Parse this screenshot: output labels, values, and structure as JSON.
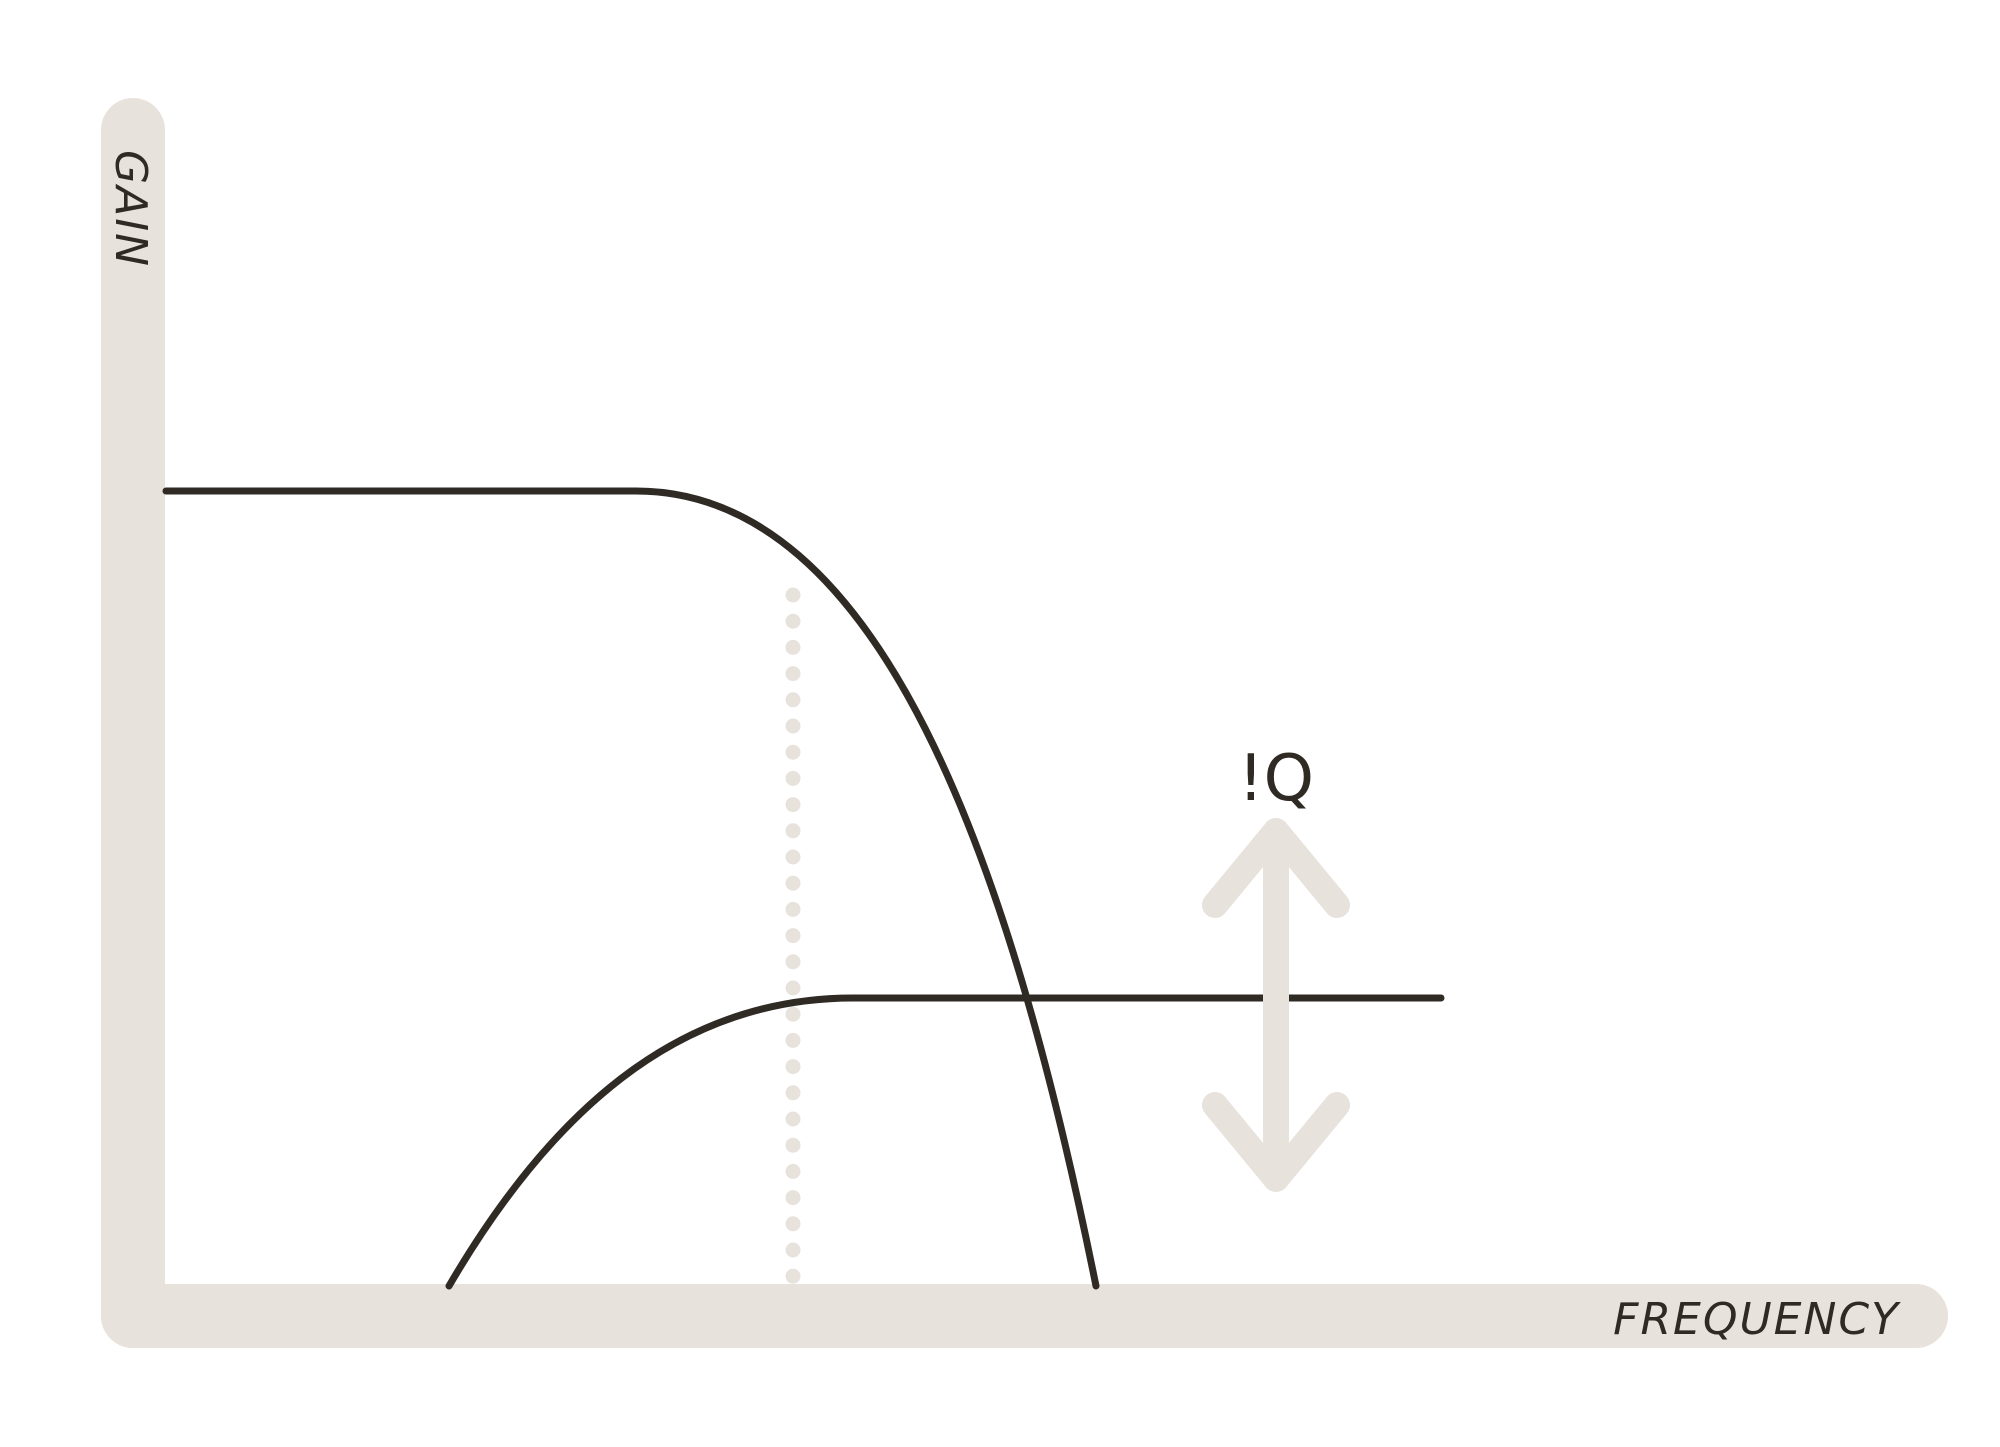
{
  "axes": {
    "y_label": "GAIN",
    "x_label": "FREQUENCY"
  },
  "annotation": {
    "q_label": "!Q"
  },
  "colors": {
    "axis": "#e8e2dc",
    "curve": "#2f2a24",
    "background": "#ffffff"
  },
  "curves": [
    {
      "kind": "low-pass",
      "level": "high",
      "rolloff": "steep"
    },
    {
      "kind": "high-pass",
      "level": "low",
      "rolloff": "gentle"
    }
  ],
  "markers": {
    "cutoff_guide": "dotted vertical line",
    "q_adjust": "double-headed vertical arrow"
  }
}
